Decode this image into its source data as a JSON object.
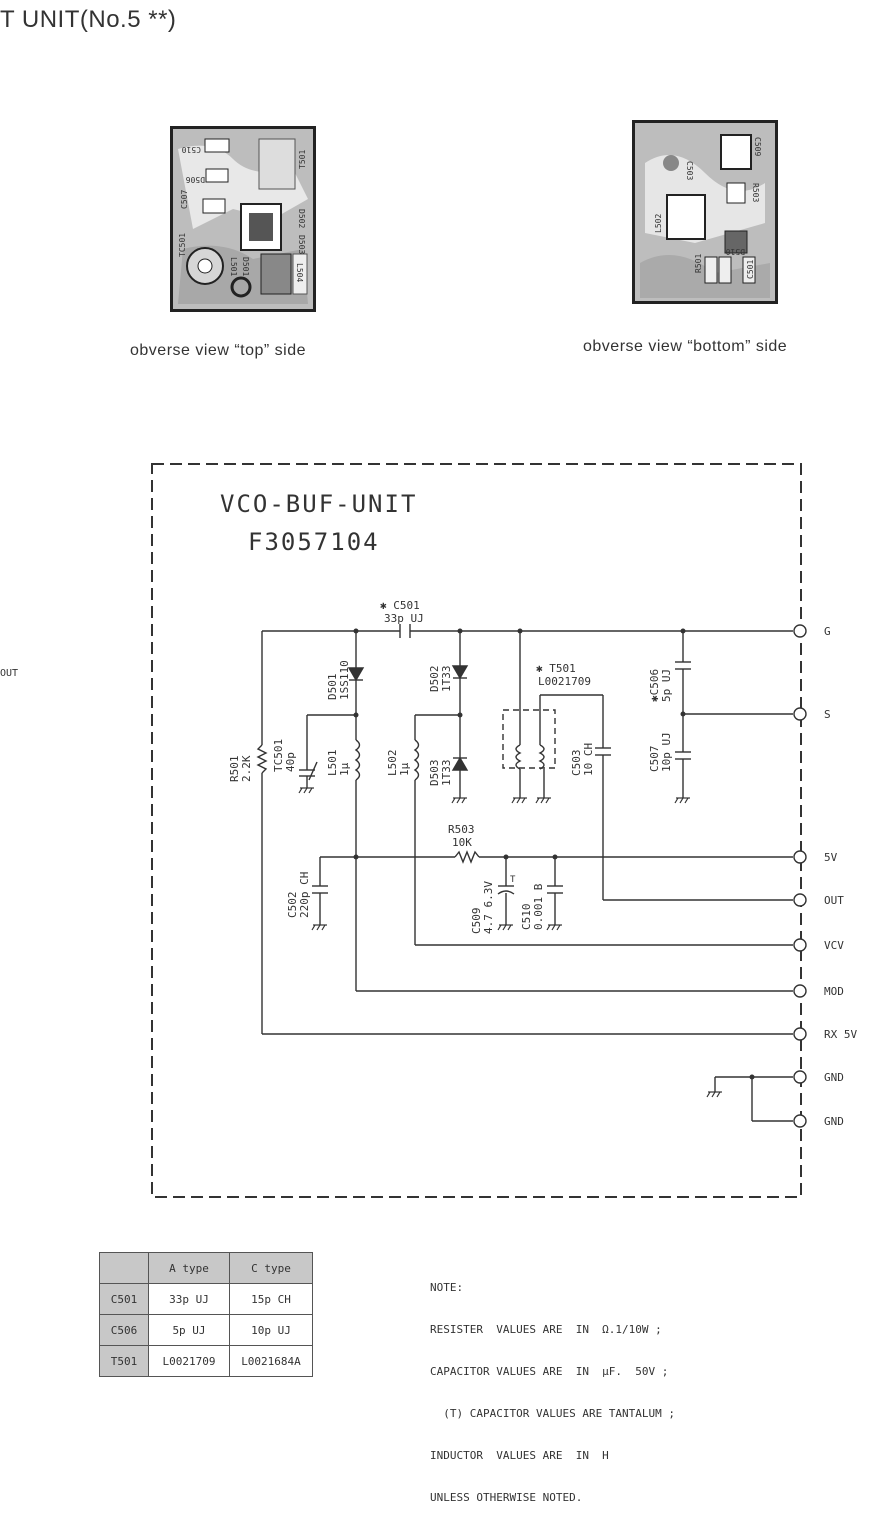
{
  "page": {
    "title": "T UNIT(No.5 **)"
  },
  "views": {
    "top_caption": "obverse view “top” side",
    "bottom_caption": "obverse view “bottom” side",
    "top_labels": [
      "C510",
      "D506",
      "C507",
      "T501",
      "D502",
      "D503",
      "TC501",
      "L501",
      "D501",
      "L504"
    ],
    "bottom_labels": [
      "L502",
      "C503",
      "C509",
      "R503",
      "D510",
      "R501",
      "C501"
    ]
  },
  "unit": {
    "name": "VCO-BUF-UNIT",
    "part_no": "F3057104"
  },
  "components": {
    "c501": {
      "ref": "✱ C501",
      "value": "33p UJ"
    },
    "d501": {
      "ref": "D501",
      "value": "1SS110"
    },
    "d502": {
      "ref": "D502",
      "value": "1T33"
    },
    "d503": {
      "ref": "D503",
      "value": "1T33"
    },
    "t501": {
      "ref": "✱ T501",
      "value": "L0021709"
    },
    "c506": {
      "ref": "✱C506",
      "value": "5p UJ"
    },
    "c507": {
      "ref": "C507",
      "value": "10p UJ"
    },
    "c503": {
      "ref": "C503",
      "value": "10 CH"
    },
    "r501": {
      "ref": "R501",
      "value": "2.2K"
    },
    "tc501": {
      "ref": "TC501",
      "value": "40p"
    },
    "l501": {
      "ref": "L501",
      "value": "1μ"
    },
    "l502": {
      "ref": "L502",
      "value": "1μ"
    },
    "r503": {
      "ref": "R503",
      "value": "10K"
    },
    "c502": {
      "ref": "C502",
      "value": "220p CH"
    },
    "c509": {
      "ref": "C509",
      "value": "4.7 6.3V"
    },
    "c510": {
      "ref": "C510",
      "value": "0.001 B"
    },
    "c509_mark": "T"
  },
  "terminals": [
    "G",
    "S",
    "5V",
    "OUT",
    "VCV",
    "MOD",
    "RX 5V",
    "GND",
    "GND"
  ],
  "stray_out_label": "OUT",
  "parts_table": {
    "headers": [
      "",
      "A type",
      "C type"
    ],
    "rows": [
      [
        "C501",
        "33p UJ",
        "15p CH"
      ],
      [
        "C506",
        "5p UJ",
        "10p UJ"
      ],
      [
        "T501",
        "L0021709",
        "L0021684A"
      ]
    ]
  },
  "note": {
    "title": "NOTE:",
    "lines": [
      "RESISTER  VALUES ARE  IN  Ω.1/10W ;",
      "CAPACITOR VALUES ARE  IN  μF.  50V ;",
      "  (T) CAPACITOR VALUES ARE TANTALUM ;",
      "INDUCTOR  VALUES ARE  IN  H",
      "UNLESS OTHERWISE NOTED."
    ]
  }
}
